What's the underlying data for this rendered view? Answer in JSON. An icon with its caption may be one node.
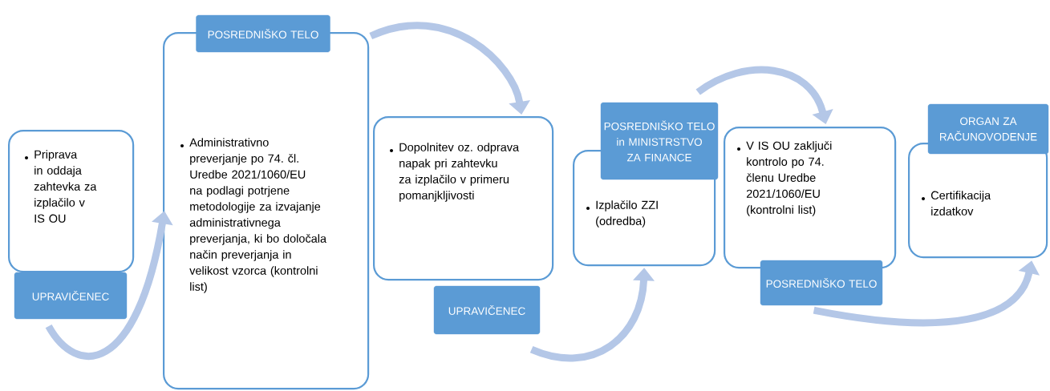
{
  "diagram": {
    "nodes": [
      {
        "text": [
          "Priprava in oddaja zahtevka za izplačilo v IS OU",
          "UPRAVIČENEC"
        ]
      },
      {
        "text": [
          "POSREDNIŠKO TELO",
          "Administrativno preverjanje po 74. čl. Uredbe 2021/1060/EU na podlagi potrjene metodologije za izvajanje administrativnega preverjanja, ki bo določala način preverjanja in velikost vzorca (kontrolni list)"
        ]
      },
      {
        "text": [
          "Dopolnitev oz. odprava napak pri zahtevku za izplačilo v primeru pomanjkljivosti",
          "UPRAVIČENEC"
        ]
      },
      {
        "text": [
          "POSREDNIŠKO TELO in MINISTRSTVO ZA FINANCE",
          "Izplačilo ZZI (odredba)"
        ]
      },
      {
        "text": [
          "V IS OU zaključi kontrolo po 74. členu Uredbe 2021/1060/EU (kontrolni list)",
          "POSREDNIŠKO TELO"
        ]
      },
      {
        "text": [
          "ORGAN ZA RAČUNOVODENJE",
          "Certifikacija izdatkov"
        ]
      }
    ],
    "edges": [
      {
        "from": 0,
        "to": 1,
        "arrow": "to"
      },
      {
        "from": 1,
        "to": 2,
        "arrow": "to"
      },
      {
        "from": 2,
        "to": 3,
        "arrow": "to"
      },
      {
        "from": 3,
        "to": 4,
        "arrow": "to"
      },
      {
        "from": 4,
        "to": 5,
        "arrow": "to"
      }
    ]
  }
}
